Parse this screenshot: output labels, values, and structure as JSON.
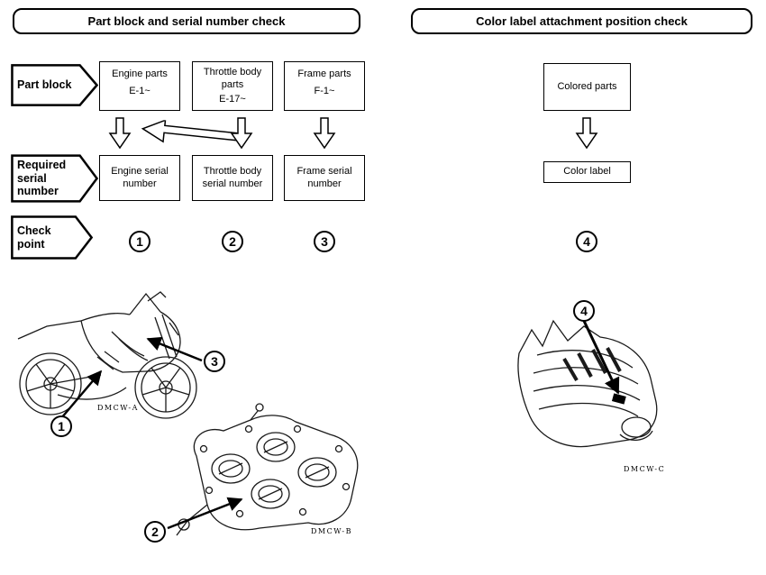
{
  "left": {
    "title": "Part block and serial number check",
    "labels": {
      "part_block": "Part block",
      "required_serial": "Required serial number",
      "check_point": "Check point"
    },
    "blocks": [
      {
        "name": "Engine parts",
        "code": "E-1~"
      },
      {
        "name": "Throttle body parts",
        "code": "E-17~"
      },
      {
        "name": "Frame parts",
        "code": "F-1~"
      }
    ],
    "serials": [
      "Engine serial number",
      "Throttle body serial number",
      "Frame serial number"
    ],
    "check_points": [
      "1",
      "2",
      "3"
    ],
    "figures": {
      "motorcycle": "DMCW-A",
      "throttle_body": "DMCW-B"
    }
  },
  "right": {
    "title": "Color label attachment position check",
    "colored_parts": "Colored parts",
    "color_label": "Color label",
    "check_point": "4",
    "figure": "DMCW-C"
  }
}
